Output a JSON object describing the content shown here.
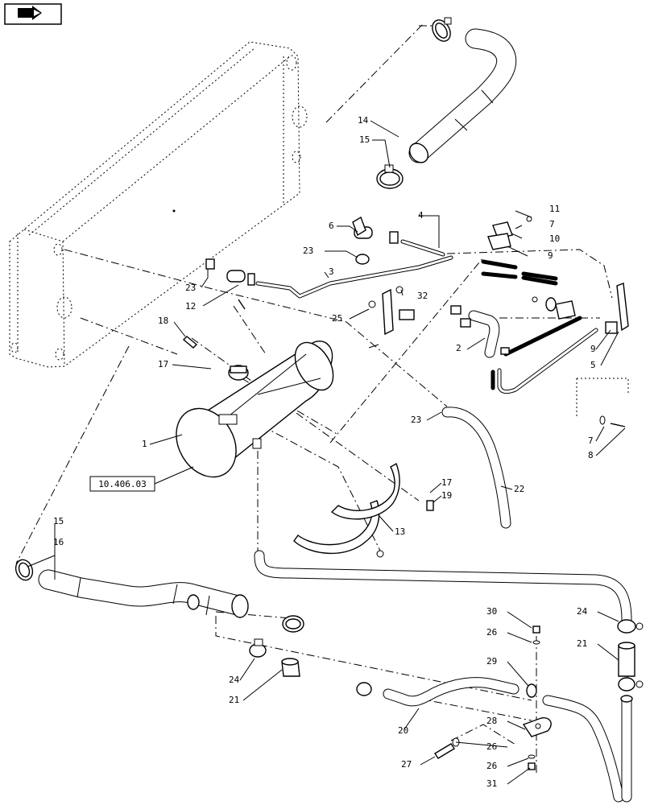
{
  "nav": {
    "icon": "next-page-arrow-icon"
  },
  "reference": {
    "text": "10.406.03"
  },
  "callouts": [
    {
      "text": "14"
    },
    {
      "text": "15"
    },
    {
      "text": "11"
    },
    {
      "text": "7"
    },
    {
      "text": "10"
    },
    {
      "text": "4"
    },
    {
      "text": "6"
    },
    {
      "text": "9"
    },
    {
      "text": "23"
    },
    {
      "text": "3"
    },
    {
      "text": "23"
    },
    {
      "text": "12"
    },
    {
      "text": "32"
    },
    {
      "text": "25"
    },
    {
      "text": "18"
    },
    {
      "text": "9"
    },
    {
      "text": "2"
    },
    {
      "text": "5"
    },
    {
      "text": "17"
    },
    {
      "text": "1"
    },
    {
      "text": "23"
    },
    {
      "text": "7"
    },
    {
      "text": "8"
    },
    {
      "text": "17"
    },
    {
      "text": "19"
    },
    {
      "text": "22"
    },
    {
      "text": "13"
    },
    {
      "text": "15"
    },
    {
      "text": "16"
    },
    {
      "text": "24"
    },
    {
      "text": "30"
    },
    {
      "text": "26"
    },
    {
      "text": "21"
    },
    {
      "text": "24"
    },
    {
      "text": "29"
    },
    {
      "text": "21"
    },
    {
      "text": "20"
    },
    {
      "text": "28"
    },
    {
      "text": "26"
    },
    {
      "text": "27"
    },
    {
      "text": "26"
    },
    {
      "text": "31"
    }
  ]
}
